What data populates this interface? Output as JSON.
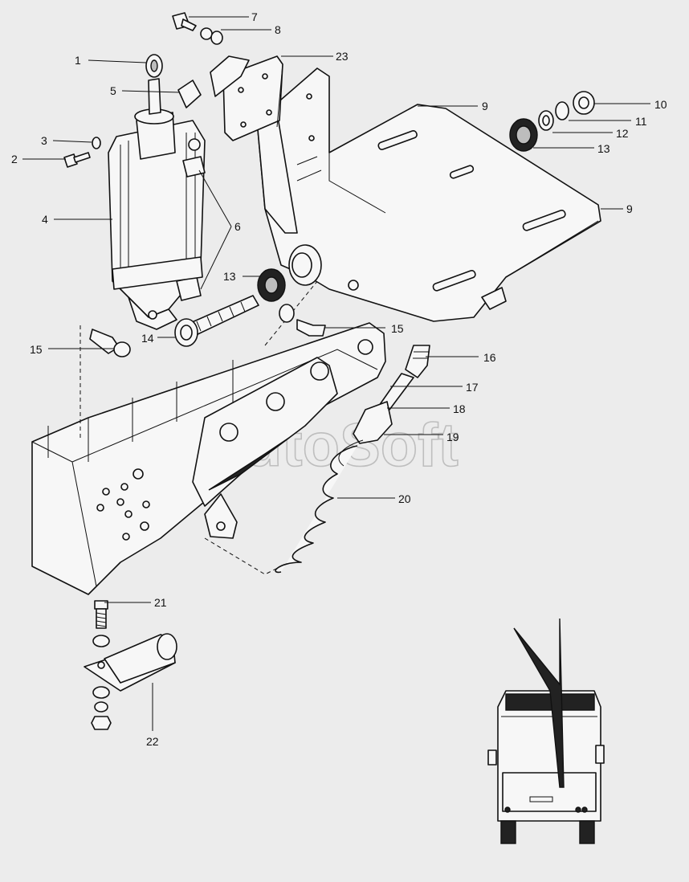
{
  "diagram": {
    "watermark": "AutoSoft",
    "callouts": {
      "c1": "1",
      "c2": "2",
      "c3": "3",
      "c4": "4",
      "c5": "5",
      "c6": "6",
      "c7": "7",
      "c8": "8",
      "c9a": "9",
      "c9b": "9",
      "c10": "10",
      "c11": "11",
      "c12": "12",
      "c13a": "13",
      "c13b": "13",
      "c14": "14",
      "c15a": "15",
      "c15b": "15",
      "c16": "16",
      "c17": "17",
      "c18": "18",
      "c19": "19",
      "c20": "20",
      "c21": "21",
      "c22": "22",
      "c23": "23"
    }
  }
}
